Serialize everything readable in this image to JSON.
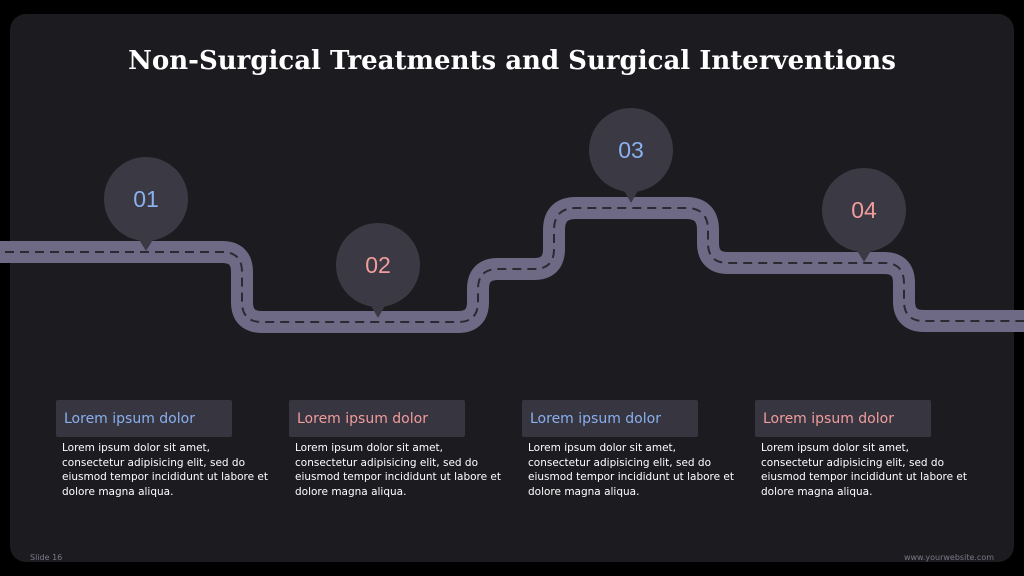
{
  "title": "Non-Surgical Treatments and Surgical Interventions",
  "colors": {
    "background": "#1c1b20",
    "road": "#6e6a86",
    "road_dash": "#2b2a33",
    "marker": "#3b3a44",
    "accent_blue": "#8ab0ee",
    "accent_pink": "#f29c9c"
  },
  "markers": [
    {
      "number": "01",
      "color": "#8ab0ee"
    },
    {
      "number": "02",
      "color": "#f29c9c"
    },
    {
      "number": "03",
      "color": "#8ab0ee"
    },
    {
      "number": "04",
      "color": "#f29c9c"
    }
  ],
  "steps": [
    {
      "heading": "Lorem ipsum dolor",
      "heading_color": "#8ab0ee",
      "body": "Lorem ipsum dolor sit amet, consectetur adipisicing elit, sed do eiusmod tempor incididunt ut labore et dolore magna aliqua."
    },
    {
      "heading": "Lorem ipsum dolor",
      "heading_color": "#f29c9c",
      "body": "Lorem ipsum dolor sit amet, consectetur adipisicing elit, sed do eiusmod tempor incididunt ut labore et dolore magna aliqua."
    },
    {
      "heading": "Lorem ipsum dolor",
      "heading_color": "#8ab0ee",
      "body": "Lorem ipsum dolor sit amet, consectetur adipisicing elit, sed do eiusmod tempor incididunt ut labore et dolore magna aliqua."
    },
    {
      "heading": "Lorem ipsum dolor",
      "heading_color": "#f29c9c",
      "body": "Lorem ipsum dolor sit amet, consectetur adipisicing elit, sed do eiusmod tempor incididunt ut labore et dolore magna aliqua."
    }
  ],
  "footer": {
    "slide_label": "Slide 16",
    "website": "www.yourwebsite.com"
  }
}
